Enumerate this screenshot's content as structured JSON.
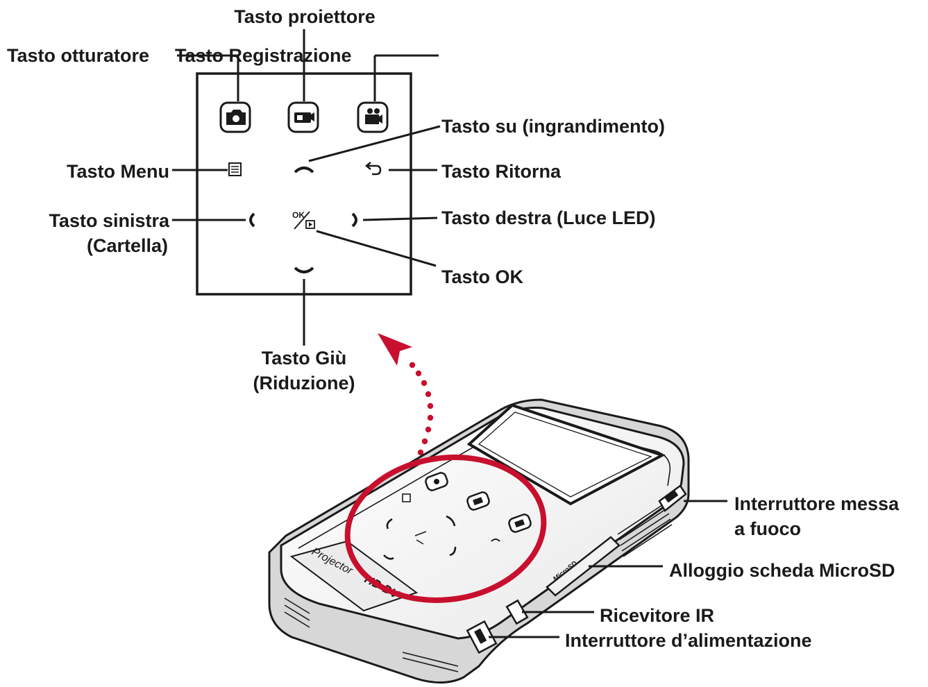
{
  "labels": {
    "projector_key": "Tasto proiettore",
    "shutter_key": "Tasto otturatore",
    "record_key": "Tasto Registrazione",
    "up_key": "Tasto su (ingrandimento)",
    "menu_key": "Tasto Menu",
    "return_key": "Tasto Ritorna",
    "left_key_line1": "Tasto sinistra",
    "left_key_line2": "(Cartella)",
    "right_key": "Tasto destra (Luce LED)",
    "ok_key": "Tasto OK",
    "down_key_line1": "Tasto Giù",
    "down_key_line2": "(Riduzione)",
    "focus_switch_line1": "Interruttore messa",
    "focus_switch_line2": "a fuoco",
    "microsd_slot": "Alloggio scheda MicroSD",
    "ir_receiver": "Ricevitore IR",
    "power_switch": "Interruttore d’alimentazione"
  },
  "device_text": {
    "brand_left": "Projector",
    "brand_right": "HD DV",
    "microsd_marking": "MicroSD",
    "ok_glyph": "OK"
  },
  "colors": {
    "ink": "#1a1a1a",
    "highlight": "#c8102e"
  }
}
